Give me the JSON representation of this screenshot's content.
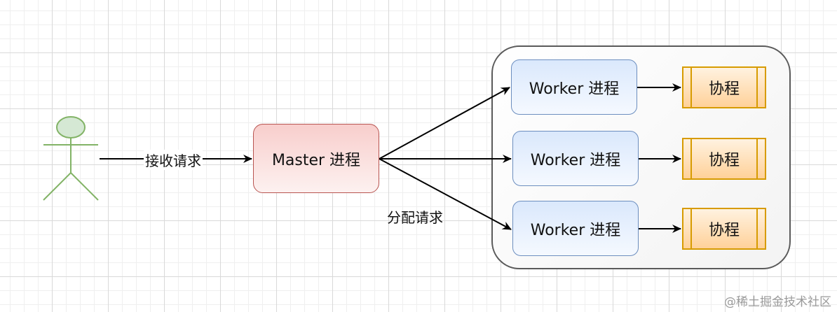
{
  "diagram": {
    "actor": {
      "color_fill": "#d5e8d4",
      "color_stroke": "#82b366"
    },
    "edges": {
      "receive_label": "接收请求",
      "dispatch_label": "分配请求"
    },
    "master": {
      "label": "Master 进程",
      "fill": "#f8cecc",
      "stroke": "#b85450"
    },
    "workers": [
      {
        "label": "Worker 进程",
        "coroutine": "协程"
      },
      {
        "label": "Worker 进程",
        "coroutine": "协程"
      },
      {
        "label": "Worker 进程",
        "coroutine": "协程"
      }
    ],
    "worker_colors": {
      "fill": "#dae8fc",
      "stroke": "#6c8ebf"
    },
    "coroutine_colors": {
      "fill": "#ffe6cc",
      "stroke": "#d79b00"
    }
  },
  "watermark": "@稀土掘金技术社区"
}
